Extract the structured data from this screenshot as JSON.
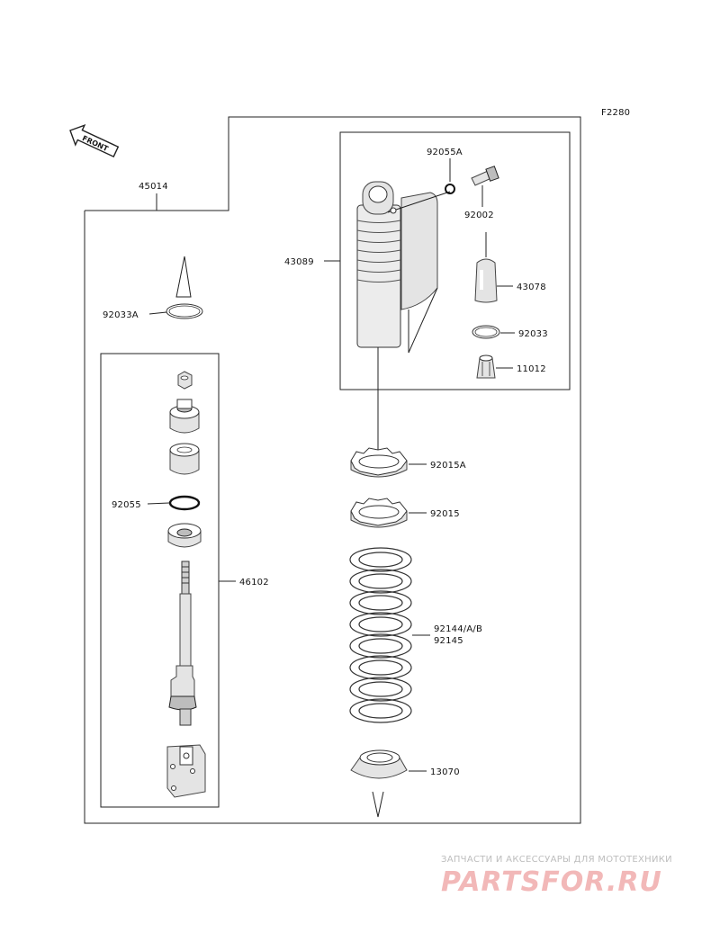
{
  "figure_code": "F2280",
  "front_arrow": "FRONT",
  "labels": {
    "l45014": "45014",
    "l92033A": "92033A",
    "l43089": "43089",
    "l92055A": "92055A",
    "l92002": "92002",
    "l43078": "43078",
    "l92033": "92033",
    "l11012": "11012",
    "l92015A": "92015A",
    "l92015": "92015",
    "l92055": "92055",
    "l46102": "46102",
    "l92144": "92144/A/B",
    "l92145": "92145",
    "l13070": "13070"
  },
  "watermark": {
    "tagline": "ЗАПЧАСТИ И АКСЕССУАРЫ ДЛЯ МОТОТЕХНИКИ",
    "logo": "PARTSFOR.RU"
  }
}
